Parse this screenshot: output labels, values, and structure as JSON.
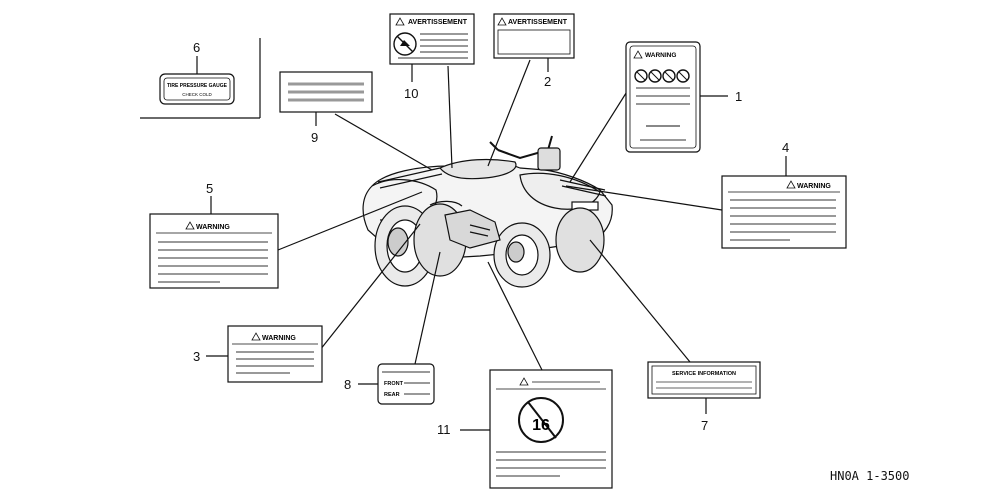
{
  "diagram": {
    "code": "HN0A 1-3500",
    "parts": [
      {
        "id": "1",
        "label": "1",
        "title": "WARNING"
      },
      {
        "id": "2",
        "label": "2",
        "title": "AVERTISSEMENT"
      },
      {
        "id": "3",
        "label": "3",
        "title": "WARNING"
      },
      {
        "id": "4",
        "label": "4",
        "title": "WARNING"
      },
      {
        "id": "5",
        "label": "5",
        "title": "WARNING"
      },
      {
        "id": "6",
        "label": "6"
      },
      {
        "id": "7",
        "label": "7",
        "title": "SERVICE INFORMATION"
      },
      {
        "id": "8",
        "label": "8"
      },
      {
        "id": "9",
        "label": "9"
      },
      {
        "id": "10",
        "label": "10",
        "title": "AVERTISSEMENT"
      },
      {
        "id": "11",
        "label": "11"
      }
    ],
    "decal6_lines": [
      "TIRE PRESSURE GAUGE",
      "CHECK  COLD"
    ],
    "decal8_lines": [
      "FRONT",
      "REAR"
    ],
    "decal11_symbol": "16"
  }
}
